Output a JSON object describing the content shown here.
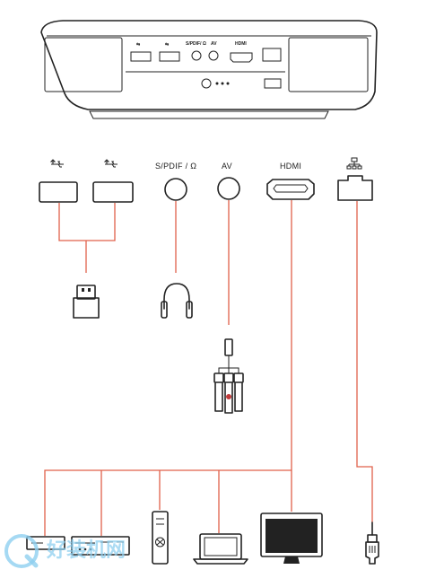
{
  "projector_panel": {
    "port_labels": [
      "S/PDIF/ Ω",
      "AV",
      "HDMI"
    ]
  },
  "ports": {
    "usb1_icon": "usb-icon",
    "usb2_icon": "usb-icon",
    "spdif_label": "S/PDIF / Ω",
    "av_label": "AV",
    "hdmi_label": "HDMI",
    "lan_icon": "network-icon"
  },
  "devices": {
    "usb": "usb-flash-drive-icon",
    "spdif": "headphones-icon",
    "av": "rca-cable-icon",
    "hdmi": [
      "set-top-box-icon",
      "dvd-player-icon",
      "game-console-icon",
      "laptop-icon",
      "monitor-icon"
    ],
    "lan": "ethernet-plug-icon"
  },
  "watermark": "好装机网",
  "colors": {
    "wire": "#e0604a",
    "line": "#222222",
    "watermark": "#8fd0f0"
  }
}
